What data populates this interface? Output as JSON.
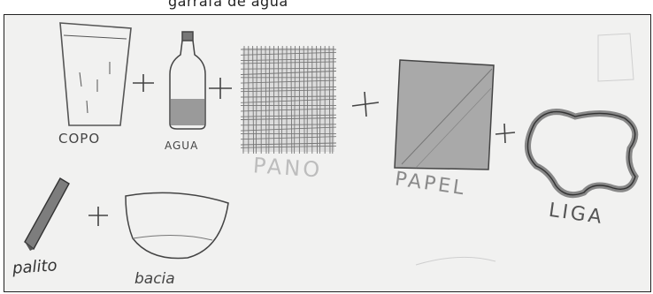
{
  "top_text": "garrafa de água",
  "labels": {
    "copo": "COPO",
    "agua": "AGUA",
    "pano": "PANO",
    "papel": "PAPEL",
    "liga": "LIGA",
    "palito": "palito",
    "bacia": "bacia"
  },
  "symbols": {
    "plus": "+"
  }
}
